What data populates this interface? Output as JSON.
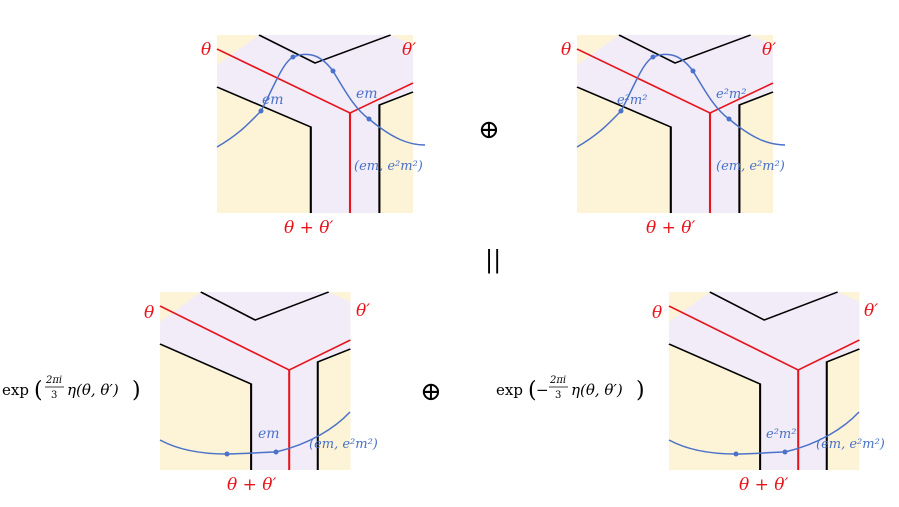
{
  "colors": {
    "region_yellow": "#fdf3d6",
    "band_lavender": "#f1ecf8",
    "wall_black": "#000000",
    "line_red": "#e8141c",
    "line_blue": "#4a72c8"
  },
  "labels": {
    "theta": "θ",
    "theta_prime": "θ′",
    "theta_sum": "θ + θ′",
    "em": "em",
    "e2m2": "e²m²",
    "pair": "(em, e²m²)",
    "oplus": "⊕",
    "equals": "||",
    "exp": "exp",
    "frac_num": "2πi",
    "frac_den": "3",
    "eta": "η(θ, θ′)",
    "minus": "−"
  }
}
